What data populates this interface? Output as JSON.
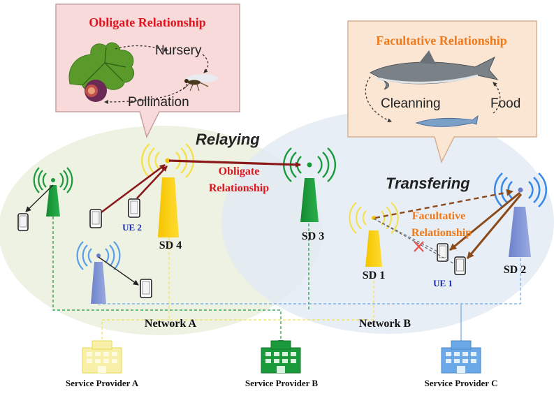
{
  "callouts": {
    "obligate": {
      "title": "Obligate Relationship",
      "label_nursery": "Nursery",
      "label_pollination": "Pollination"
    },
    "facultative": {
      "title": "Facultative Relationship",
      "label_cleaning": "Cleanning",
      "label_food": "Food"
    }
  },
  "actions": {
    "relaying": "Relaying",
    "transfering": "Transfering"
  },
  "links": {
    "obligate_line1": "Obligate",
    "obligate_line2": "Relationship",
    "facultative_line1": "Facultative",
    "facultative_line2": "Relationship"
  },
  "devices": {
    "sd4": "SD 4",
    "sd3": "SD 3",
    "sd1": "SD 1",
    "sd2": "SD 2",
    "ue2": "UE 2",
    "ue1": "UE 1"
  },
  "networks": {
    "a": "Network A",
    "b": "Network B"
  },
  "providers": {
    "a": "Service Provider A",
    "b": "Service Provider  B",
    "c": "Service Provider  C"
  },
  "colors": {
    "obligate_red": "#e0141e",
    "facultative_orange": "#f07a1a",
    "ue_blue": "#1a2ab0",
    "tower_green": "#1a9a3a",
    "tower_yellow": "#f5c400",
    "tower_blue": "#7f92d6",
    "arrow_darkred": "#8a1a1a",
    "arrow_brown": "#8b4a1a"
  },
  "icons": [
    "fig-leaf-icon",
    "fig-fruit-icon",
    "wasp-icon",
    "shark-icon",
    "remora-icon",
    "phone-icon",
    "antenna-tower-icon",
    "building-icon",
    "blocked-x-icon"
  ]
}
